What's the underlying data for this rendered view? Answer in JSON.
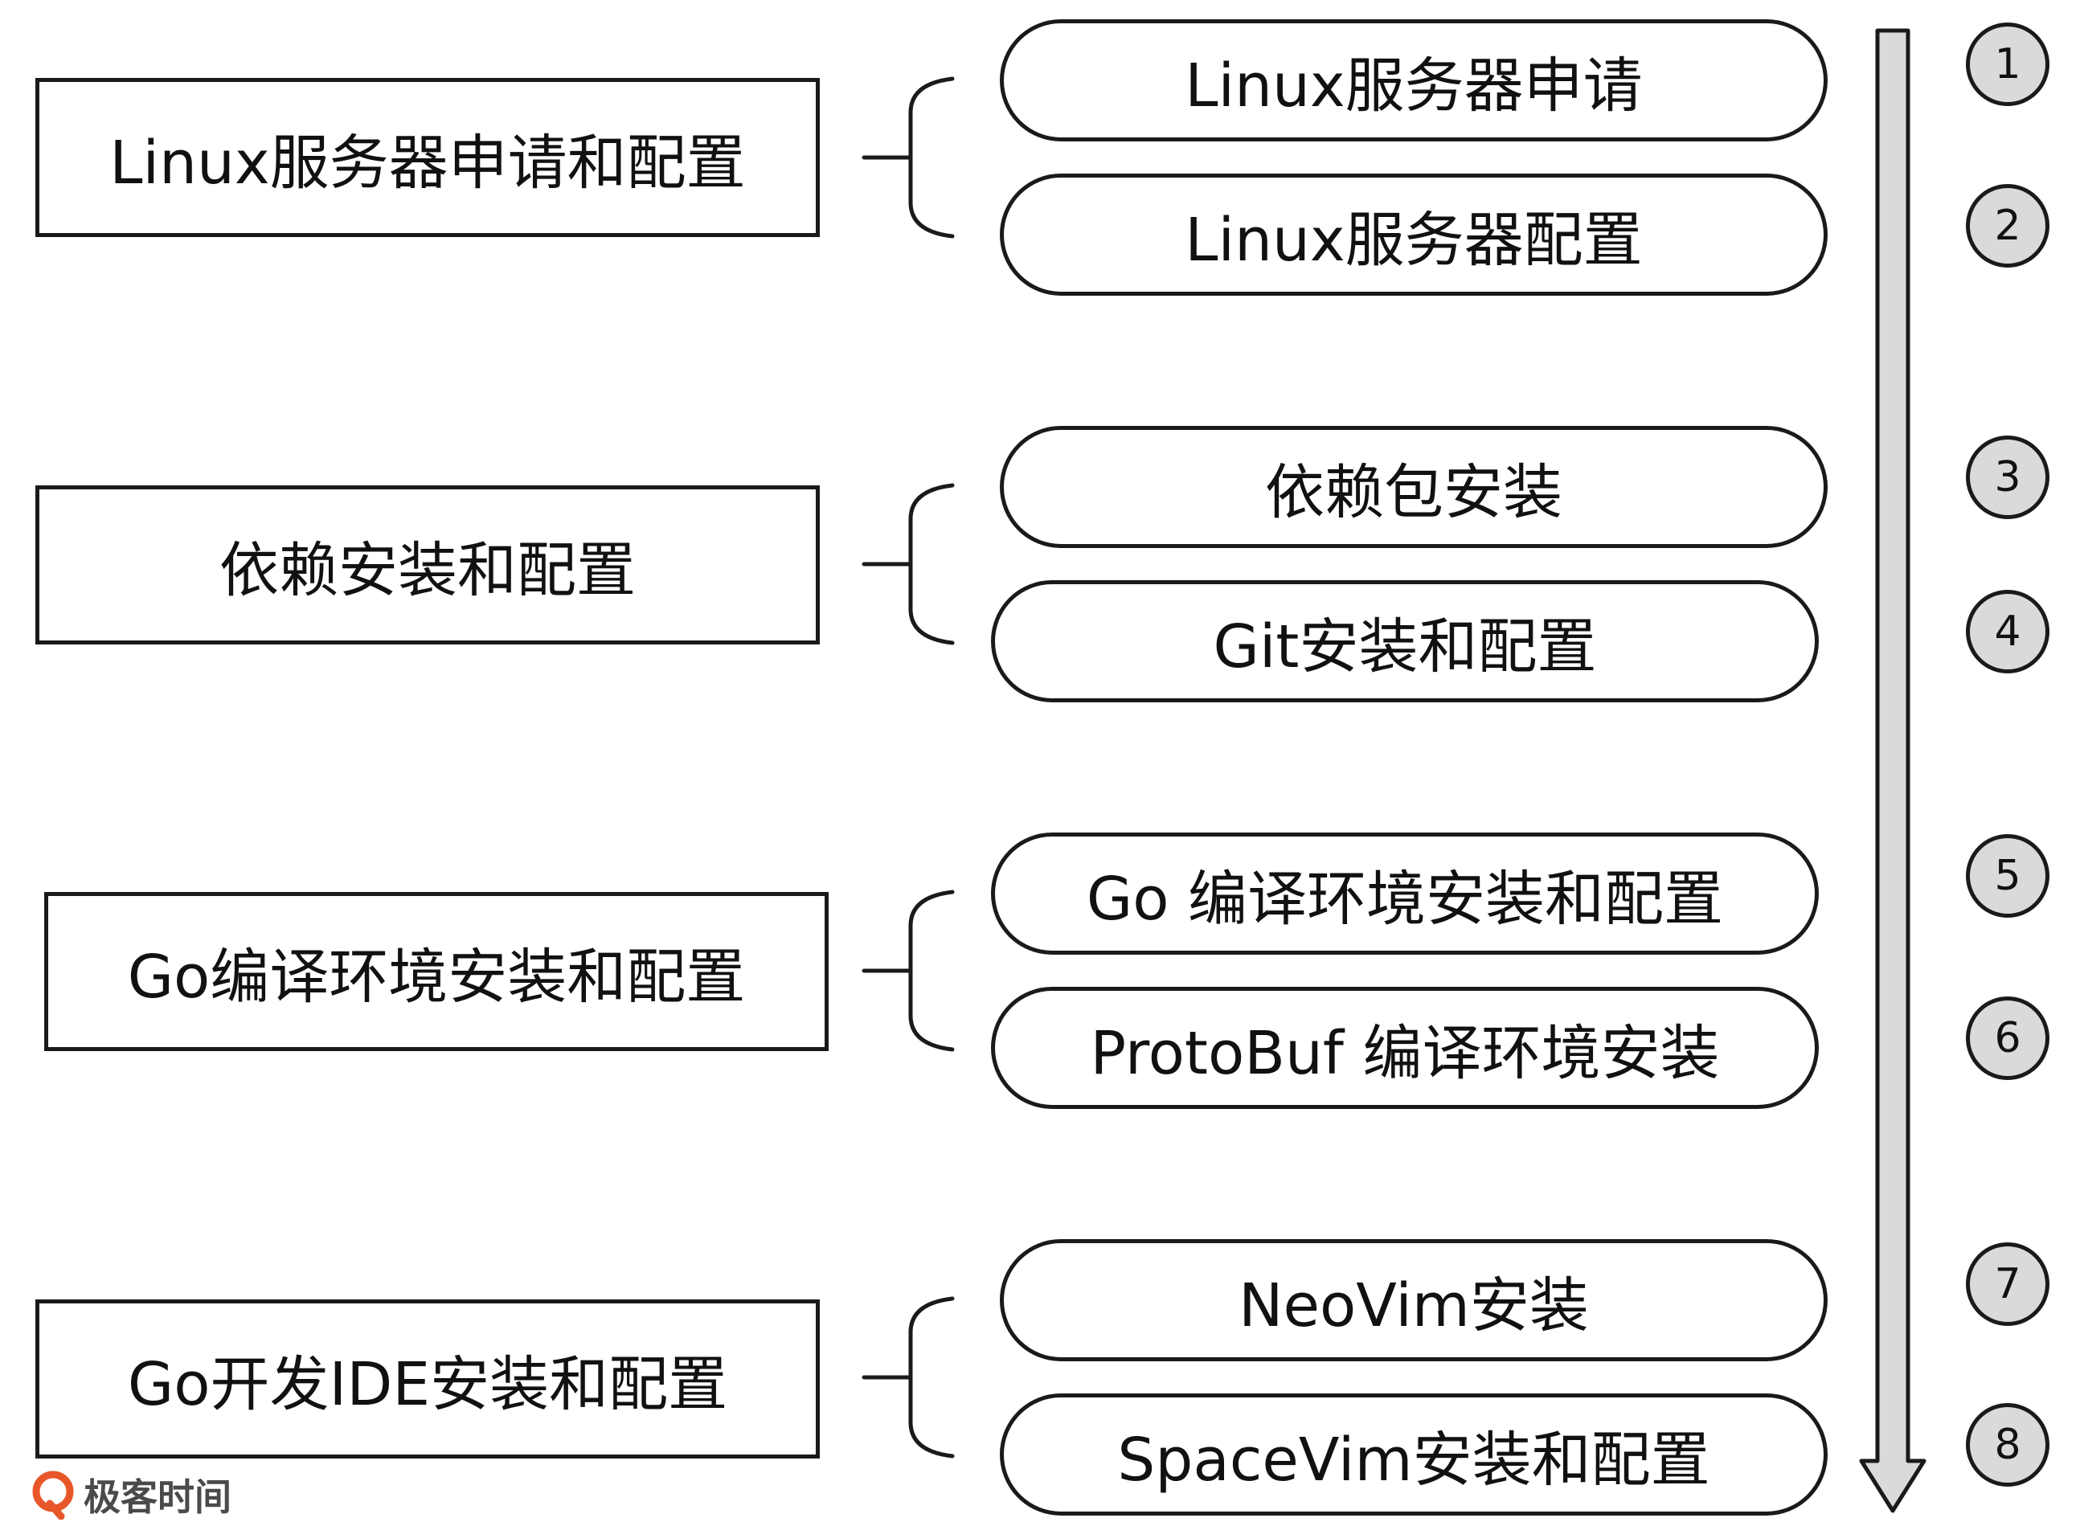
{
  "categories": [
    {
      "label": "Linux服务器申请和配置",
      "steps": [
        {
          "number": "1",
          "label": "Linux服务器申请"
        },
        {
          "number": "2",
          "label": "Linux服务器配置"
        }
      ]
    },
    {
      "label": "依赖安装和配置",
      "steps": [
        {
          "number": "3",
          "label": "依赖包安装"
        },
        {
          "number": "4",
          "label": "Git安装和配置"
        }
      ]
    },
    {
      "label": "Go编译环境安装和配置",
      "steps": [
        {
          "number": "5",
          "label": "Go 编译环境安装和配置"
        },
        {
          "number": "6",
          "label": "ProtoBuf 编译环境安装"
        }
      ]
    },
    {
      "label": "Go开发IDE安装和配置",
      "steps": [
        {
          "number": "7",
          "label": "NeoVim安装"
        },
        {
          "number": "8",
          "label": "SpaceVim安装和配置"
        }
      ]
    }
  ],
  "brand": {
    "name": "极客时间",
    "color": "#e8572a"
  },
  "colors": {
    "stroke": "#1a1a1a",
    "arrow_fill": "#dadada",
    "circle_fill": "#dadada"
  }
}
